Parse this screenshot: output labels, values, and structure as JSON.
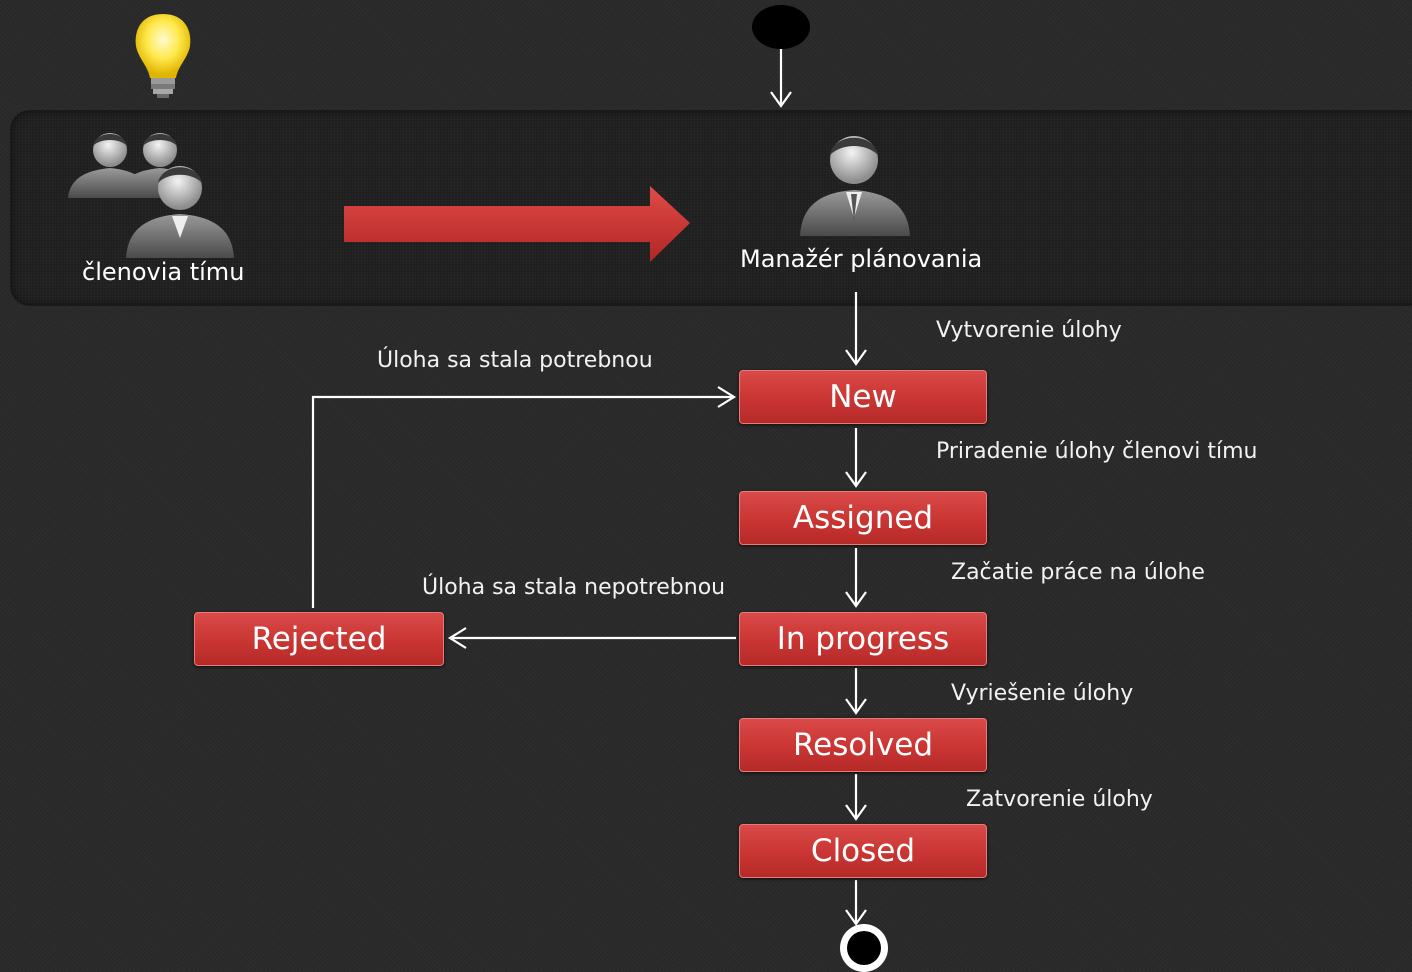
{
  "swimlane": {
    "team_label": "členovia tímu",
    "manager_label": "Manažér plánovania"
  },
  "states": {
    "new": "New",
    "assigned": "Assigned",
    "in_progress": "In progress",
    "resolved": "Resolved",
    "closed": "Closed",
    "rejected": "Rejected"
  },
  "transitions": {
    "create": "Vytvorenie úlohy",
    "assign": "Priradenie úlohy členovi tímu",
    "start": "Začatie práce na úlohe",
    "resolve": "Vyriešenie úlohy",
    "close": "Zatvorenie úlohy",
    "became_needed": "Úloha sa stala potrebnou",
    "became_unneeded": "Úloha sa stala nepotrebnou"
  },
  "icons": {
    "idea": "lightbulb-icon",
    "team": "team-users-icon",
    "manager": "user-icon"
  },
  "colors": {
    "state_fill": "#c93533",
    "flow_arrow": "#c7302e",
    "background": "#2a2a2a"
  }
}
